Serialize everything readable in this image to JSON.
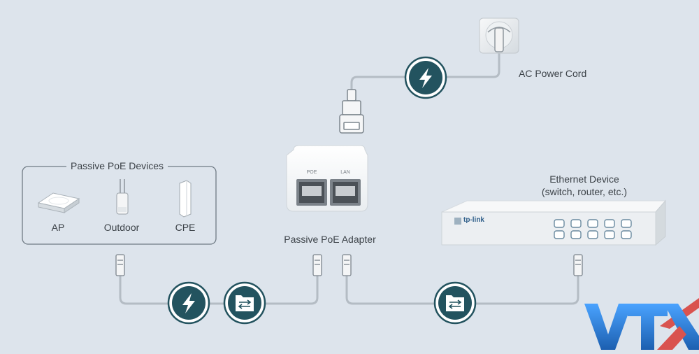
{
  "labels": {
    "ac_power_cord": "AC Power Cord",
    "passive_poe_devices": "Passive PoE Devices",
    "ap": "AP",
    "outdoor": "Outdoor",
    "cpe": "CPE",
    "passive_poe_adapter": "Passive PoE Adapter",
    "ethernet_device": "Ethernet Device\n(switch, router, etc.)",
    "port_poe": "POE",
    "port_lan": "LAN",
    "brand": "tp-link",
    "watermark": "VTX"
  },
  "colors": {
    "background": "#dde4ec",
    "icon_circle": "#23535f",
    "cable": "#b4bcc4",
    "device_white": "#ffffff",
    "switch_port": "#6a8aa0",
    "watermark_blue": "#2f7fd0",
    "watermark_red": "#d9534f"
  },
  "icons": [
    "power-bolt-icon",
    "data-transfer-folder-icon",
    "power-plug-icon",
    "ethernet-plug-icon",
    "wall-socket-icon"
  ]
}
